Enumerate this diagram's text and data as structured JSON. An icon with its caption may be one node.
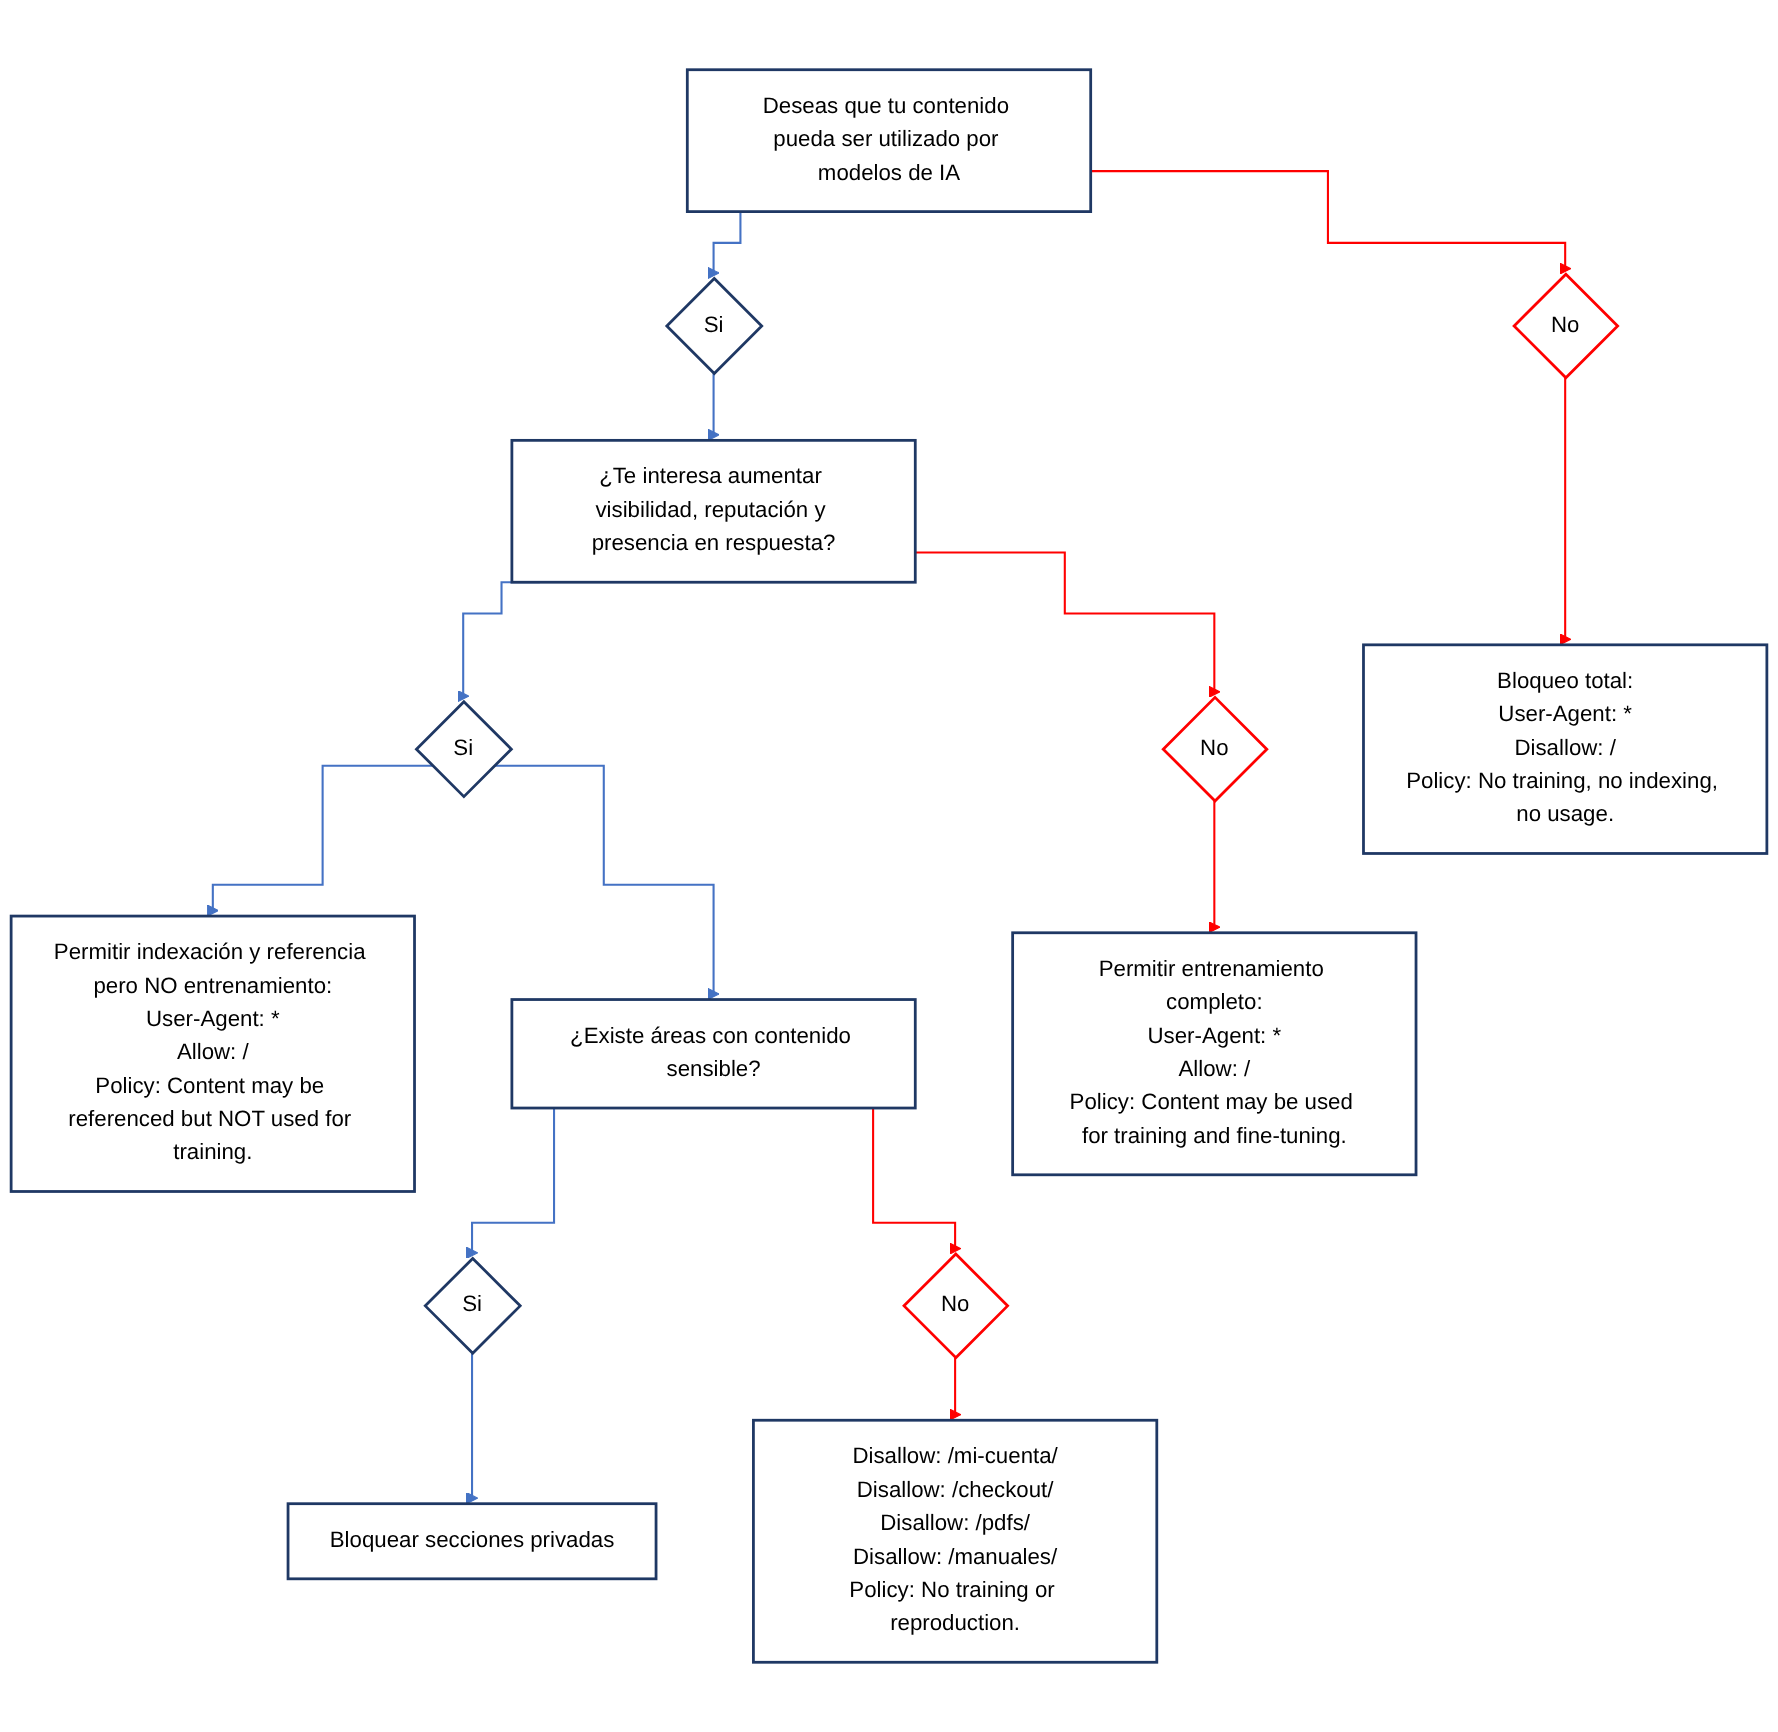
{
  "diagram": {
    "nodes": [
      {
        "text": [
          "Deseas que tu contenido pueda ser utilizado por modelos de IA"
        ]
      },
      {
        "text": [
          "Si"
        ]
      },
      {
        "text": [
          "No"
        ]
      },
      {
        "text": [
          "Bloqueo total:",
          "User-Agent: *",
          "Disallow: /",
          "Policy: No training, no indexing, no usage."
        ]
      },
      {
        "text": [
          "¿Te interesa aumentar visibilidad, reputación y presencia en respuesta?"
        ]
      },
      {
        "text": [
          "Si"
        ]
      },
      {
        "text": [
          "No"
        ]
      },
      {
        "text": [
          "Permitir indexación y referencia pero NO entrenamiento:",
          "User-Agent: *",
          "Allow: /",
          "Policy: Content may be referenced but NOT used for training."
        ]
      },
      {
        "text": [
          "Permitir entrenamiento completo:",
          "User-Agent: *",
          "Allow: /",
          "Policy: Content may be used for training and fine-tuning."
        ]
      },
      {
        "text": [
          "¿Existe áreas con contenido sensible?"
        ]
      },
      {
        "text": [
          "Si"
        ]
      },
      {
        "text": [
          "No"
        ]
      },
      {
        "text": [
          "Bloquear secciones privadas"
        ]
      },
      {
        "text": [
          "Disallow: /mi-cuenta/",
          "Disallow: /checkout/",
          "Disallow: /pdfs/",
          "Disallow: /manuales/",
          "Policy: No training or reproduction."
        ]
      }
    ],
    "edges": [
      {
        "from": 0,
        "to": 1,
        "arrow": "to"
      },
      {
        "from": 0,
        "to": 2,
        "arrow": "to",
        "color": "#ff0000"
      },
      {
        "from": 2,
        "to": 3,
        "arrow": "to",
        "color": "#ff0000"
      },
      {
        "from": 1,
        "to": 4,
        "arrow": "to"
      },
      {
        "from": 4,
        "to": 5,
        "arrow": "to"
      },
      {
        "from": 4,
        "to": 6,
        "arrow": "to",
        "color": "#ff0000"
      },
      {
        "from": 5,
        "to": 7,
        "arrow": "to"
      },
      {
        "from": 6,
        "to": 8,
        "arrow": "to",
        "color": "#ff0000"
      },
      {
        "from": 5,
        "to": 9,
        "arrow": "to"
      },
      {
        "from": 9,
        "to": 10,
        "arrow": "to"
      },
      {
        "from": 9,
        "to": 11,
        "arrow": "to",
        "color": "#ff0000"
      },
      {
        "from": 10,
        "to": 12,
        "arrow": "to"
      },
      {
        "from": 11,
        "to": 13,
        "arrow": "to",
        "color": "#ff0000"
      }
    ]
  }
}
